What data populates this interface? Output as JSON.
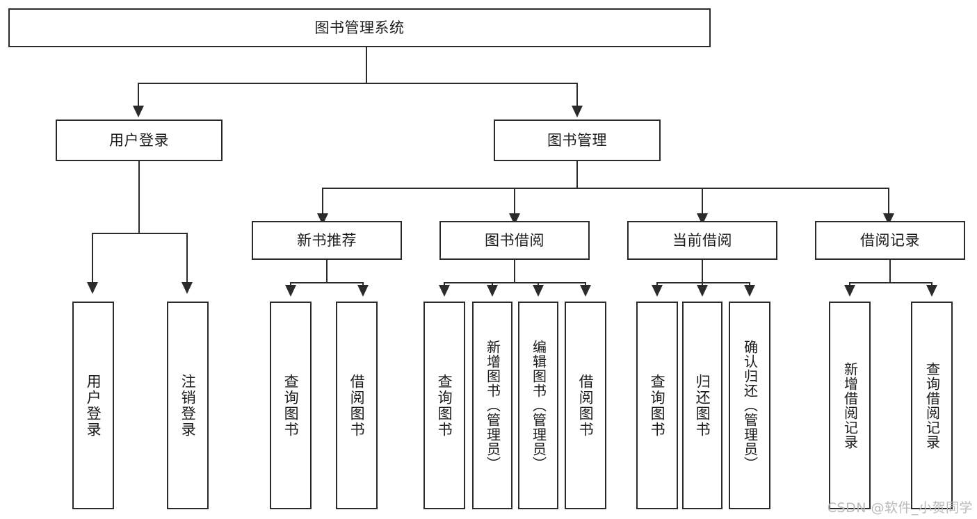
{
  "diagram": {
    "title": "图书管理系统",
    "watermark": "CSDN @软件_小贺同学",
    "levels": {
      "root": {
        "label": "图书管理系统"
      },
      "level2": [
        {
          "label": "用户登录"
        },
        {
          "label": "图书管理"
        }
      ],
      "level3": [
        {
          "label": "新书推荐"
        },
        {
          "label": "图书借阅"
        },
        {
          "label": "当前借阅"
        },
        {
          "label": "借阅记录"
        }
      ],
      "leaves": {
        "user_login": [
          {
            "label": "用户登录"
          },
          {
            "label": "注销登录"
          }
        ],
        "new_book_recommend": [
          {
            "label": "查询图书"
          },
          {
            "label": "借阅图书"
          }
        ],
        "book_borrow": [
          {
            "label": "查询图书"
          },
          {
            "label": "新增图书（管理员）"
          },
          {
            "label": "编辑图书（管理员）"
          },
          {
            "label": "借阅图书"
          }
        ],
        "current_borrow": [
          {
            "label": "查询图书"
          },
          {
            "label": "归还图书"
          },
          {
            "label": "确认归还（管理员）"
          }
        ],
        "borrow_record": [
          {
            "label": "新增借阅记录"
          },
          {
            "label": "查询借阅记录"
          }
        ]
      }
    },
    "colors": {
      "stroke": "#2b2b2b",
      "fill": "#ffffff",
      "text": "#1b1b1b",
      "watermark": "#b9b9b9"
    }
  }
}
